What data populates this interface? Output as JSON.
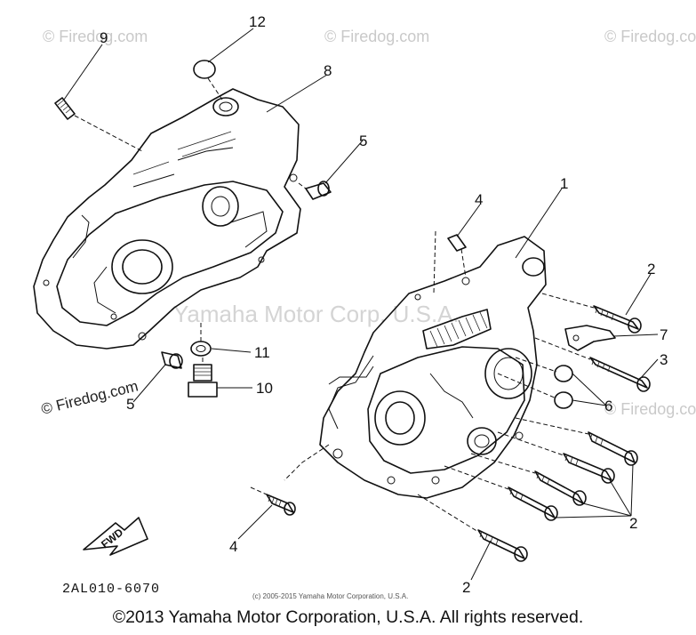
{
  "watermarks": {
    "tl": "© Firedog.com",
    "tc": "© Firedog.com",
    "tr": "© Firedog.com",
    "ml": "© Firedog.com",
    "mr": "© Firedog.com",
    "center": "Yamaha Motor Corp. U.S.A."
  },
  "callouts": [
    {
      "id": "c1",
      "label": "1"
    },
    {
      "id": "c2a",
      "label": "2"
    },
    {
      "id": "c2b",
      "label": "2"
    },
    {
      "id": "c2c",
      "label": "2"
    },
    {
      "id": "c3",
      "label": "3"
    },
    {
      "id": "c4a",
      "label": "4"
    },
    {
      "id": "c4b",
      "label": "4"
    },
    {
      "id": "c5a",
      "label": "5"
    },
    {
      "id": "c5b",
      "label": "5"
    },
    {
      "id": "c6",
      "label": "6"
    },
    {
      "id": "c7",
      "label": "7"
    },
    {
      "id": "c8",
      "label": "8"
    },
    {
      "id": "c9",
      "label": "9"
    },
    {
      "id": "c10",
      "label": "10"
    },
    {
      "id": "c11",
      "label": "11"
    },
    {
      "id": "c12",
      "label": "12"
    }
  ],
  "fwd_label": "FWD",
  "part_number": "2AL010-6070",
  "small_copyright": "(c) 2005-2015 Yamaha Motor Corporation, U.S.A.",
  "footer_copyright": "©2013 Yamaha Motor Corporation, U.S.A. All rights reserved."
}
